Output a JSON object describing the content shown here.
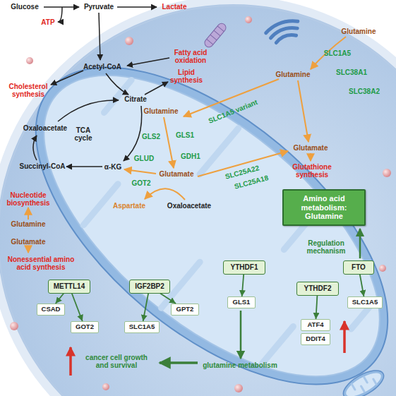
{
  "diagram": {
    "nodes": [
      {
        "text": [
          "Amino acid metabolism: Glutamine"
        ]
      },
      {
        "text": [
          "METTL14"
        ]
      },
      {
        "text": [
          "IGF2BP2"
        ]
      },
      {
        "text": [
          "YTHDF1"
        ]
      },
      {
        "text": [
          "YTHDF2"
        ]
      },
      {
        "text": [
          "FTO"
        ]
      },
      {
        "text": [
          "CSAD"
        ]
      },
      {
        "text": [
          "GOT2"
        ]
      },
      {
        "text": [
          "SLC1A5"
        ]
      },
      {
        "text": [
          "GPT2"
        ]
      },
      {
        "text": [
          "GLS1"
        ]
      },
      {
        "text": [
          "ATF4"
        ]
      },
      {
        "text": [
          "DDIT4"
        ]
      },
      {
        "text": [
          "SLC1A5"
        ]
      }
    ],
    "edges": [
      {
        "from": 1,
        "to": 6,
        "arrow": "to"
      },
      {
        "from": 1,
        "to": 7,
        "arrow": "to"
      },
      {
        "from": 2,
        "to": 8,
        "arrow": "to"
      },
      {
        "from": 2,
        "to": 9,
        "arrow": "to"
      },
      {
        "from": 3,
        "to": 10,
        "arrow": "to"
      },
      {
        "from": 4,
        "to": 11,
        "arrow": "to"
      },
      {
        "from": 5,
        "to": 13,
        "arrow": "to"
      }
    ],
    "labels": [
      "Glucose",
      "ATP",
      "Pyruvate",
      "Lactate",
      "Fatty acid oxidation",
      "Acetyl-CoA",
      "Cholesterol synthesis",
      "Citrate",
      "Lipid synthesis",
      "Oxaloacetate",
      "TCA cycle",
      "Succinyl-CoA",
      "α-KG",
      "Glutamine",
      "SLC1A5",
      "SLC38A1",
      "SLC38A2",
      "Glutamine",
      "SLC1A5 variant",
      "Glutamine",
      "GLS2",
      "GLS1",
      "GLUD",
      "GDH1",
      "Glutamate",
      "GOT2",
      "Aspartate",
      "Oxaloacetate",
      "SLC25A22",
      "SLC25A18",
      "Glutamate",
      "Glutathione synthesis",
      "Regulation mechanism",
      "Nucleotide biosynthesis",
      "Glutamine",
      "Glutamate",
      "Nonessential amino acid synthesis",
      "glutamine metabolism",
      "cancer cell growth and survival"
    ]
  }
}
